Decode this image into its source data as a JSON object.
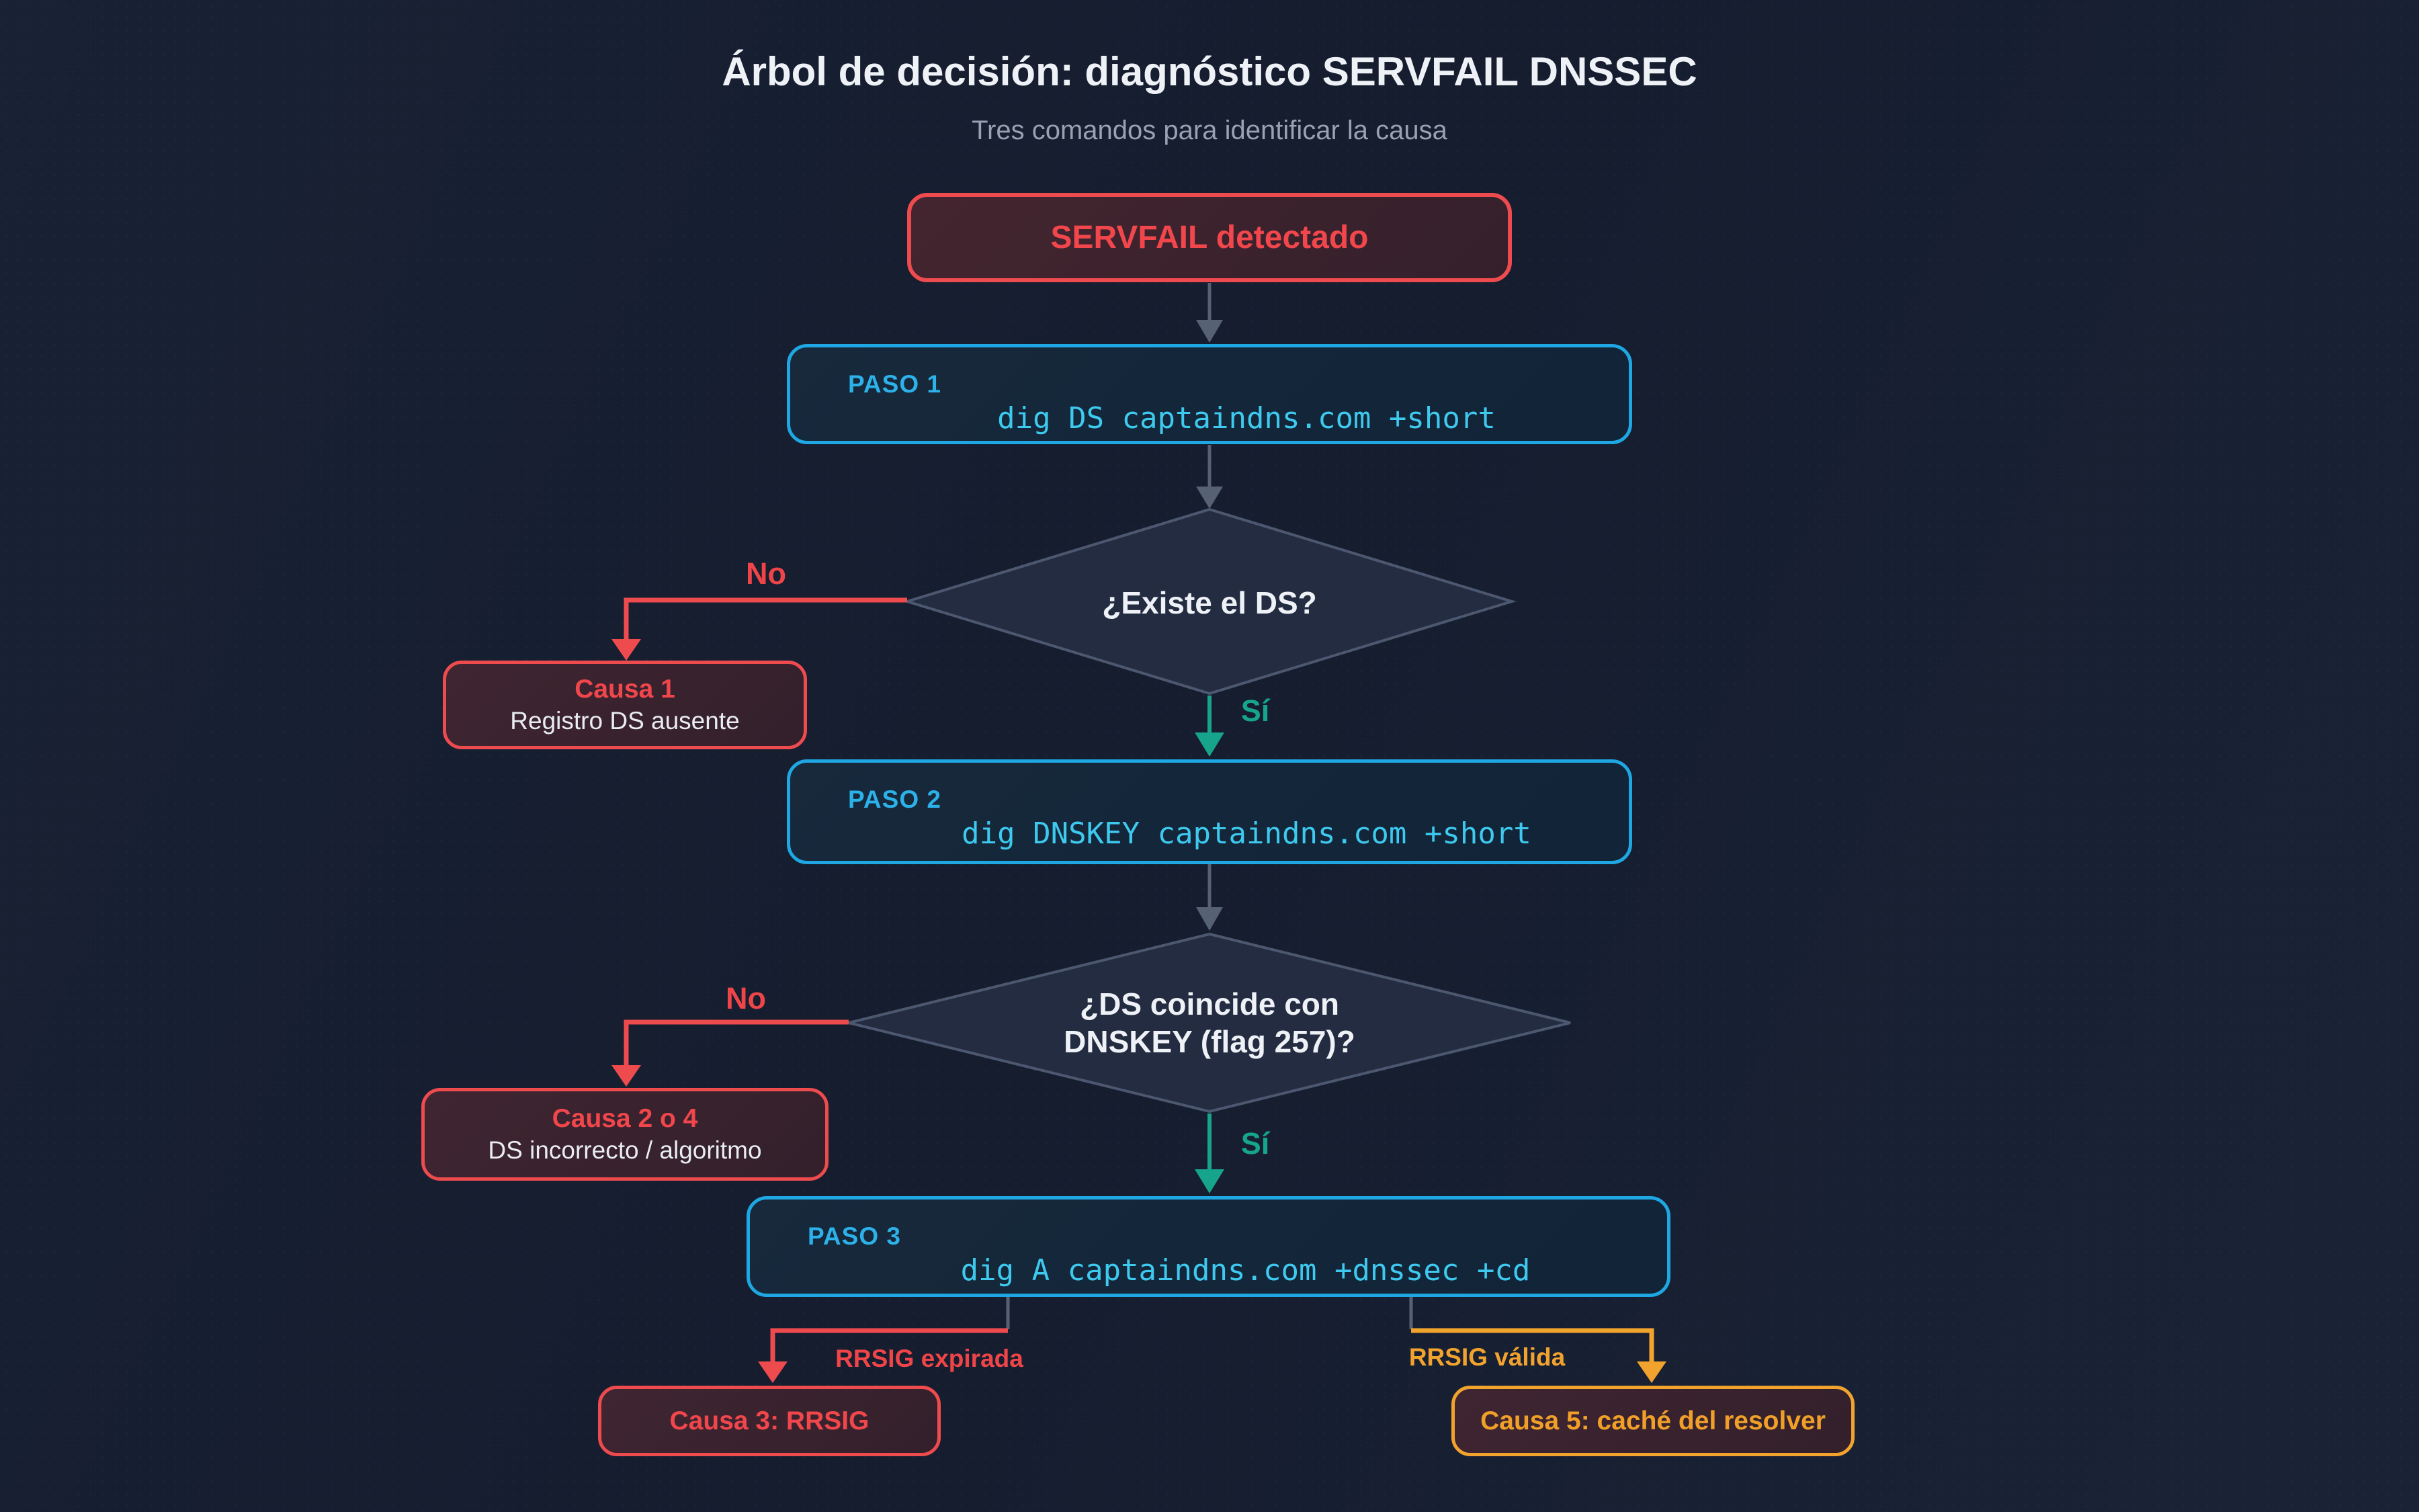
{
  "header": {
    "title": "Árbol de decisión: diagnóstico SERVFAIL DNSSEC",
    "subtitle": "Tres comandos para identificar la causa"
  },
  "nodes": {
    "start": {
      "label": "SERVFAIL detectado"
    },
    "paso1": {
      "label": "PASO 1",
      "command": "dig DS captaindns.com +short"
    },
    "decision1": {
      "question": "¿Existe el DS?",
      "no_label": "No",
      "yes_label": "Sí"
    },
    "causa1": {
      "title": "Causa 1",
      "subtitle": "Registro DS ausente"
    },
    "paso2": {
      "label": "PASO 2",
      "command": "dig DNSKEY captaindns.com +short"
    },
    "decision2": {
      "question_line1": "¿DS coincide con",
      "question_line2": "DNSKEY (flag 257)?",
      "no_label": "No",
      "yes_label": "Sí"
    },
    "causa2": {
      "title": "Causa 2 o 4",
      "subtitle": "DS incorrecto / algoritmo"
    },
    "paso3": {
      "label": "PASO 3",
      "command": "dig A captaindns.com +dnssec +cd"
    },
    "branch_expired": {
      "label": "RRSIG expirada"
    },
    "causa3": {
      "label": "Causa 3: RRSIG"
    },
    "branch_valid": {
      "label": "RRSIG válida"
    },
    "causa5": {
      "label": "Causa 5: caché del resolver"
    }
  },
  "colors": {
    "background": "#151d2f",
    "red": "#ee4b4e",
    "cyan_border": "#1ea7e2",
    "cyan_text": "#3ec9ef",
    "teal": "#17a48d",
    "orange": "#f2a32e",
    "gray_connector": "#566274",
    "diamond_fill": "#232c40",
    "diamond_border": "#4c5870",
    "maroon_fill": "#3a2330",
    "text_primary": "#eef1f6",
    "text_muted": "#98a2b2"
  }
}
